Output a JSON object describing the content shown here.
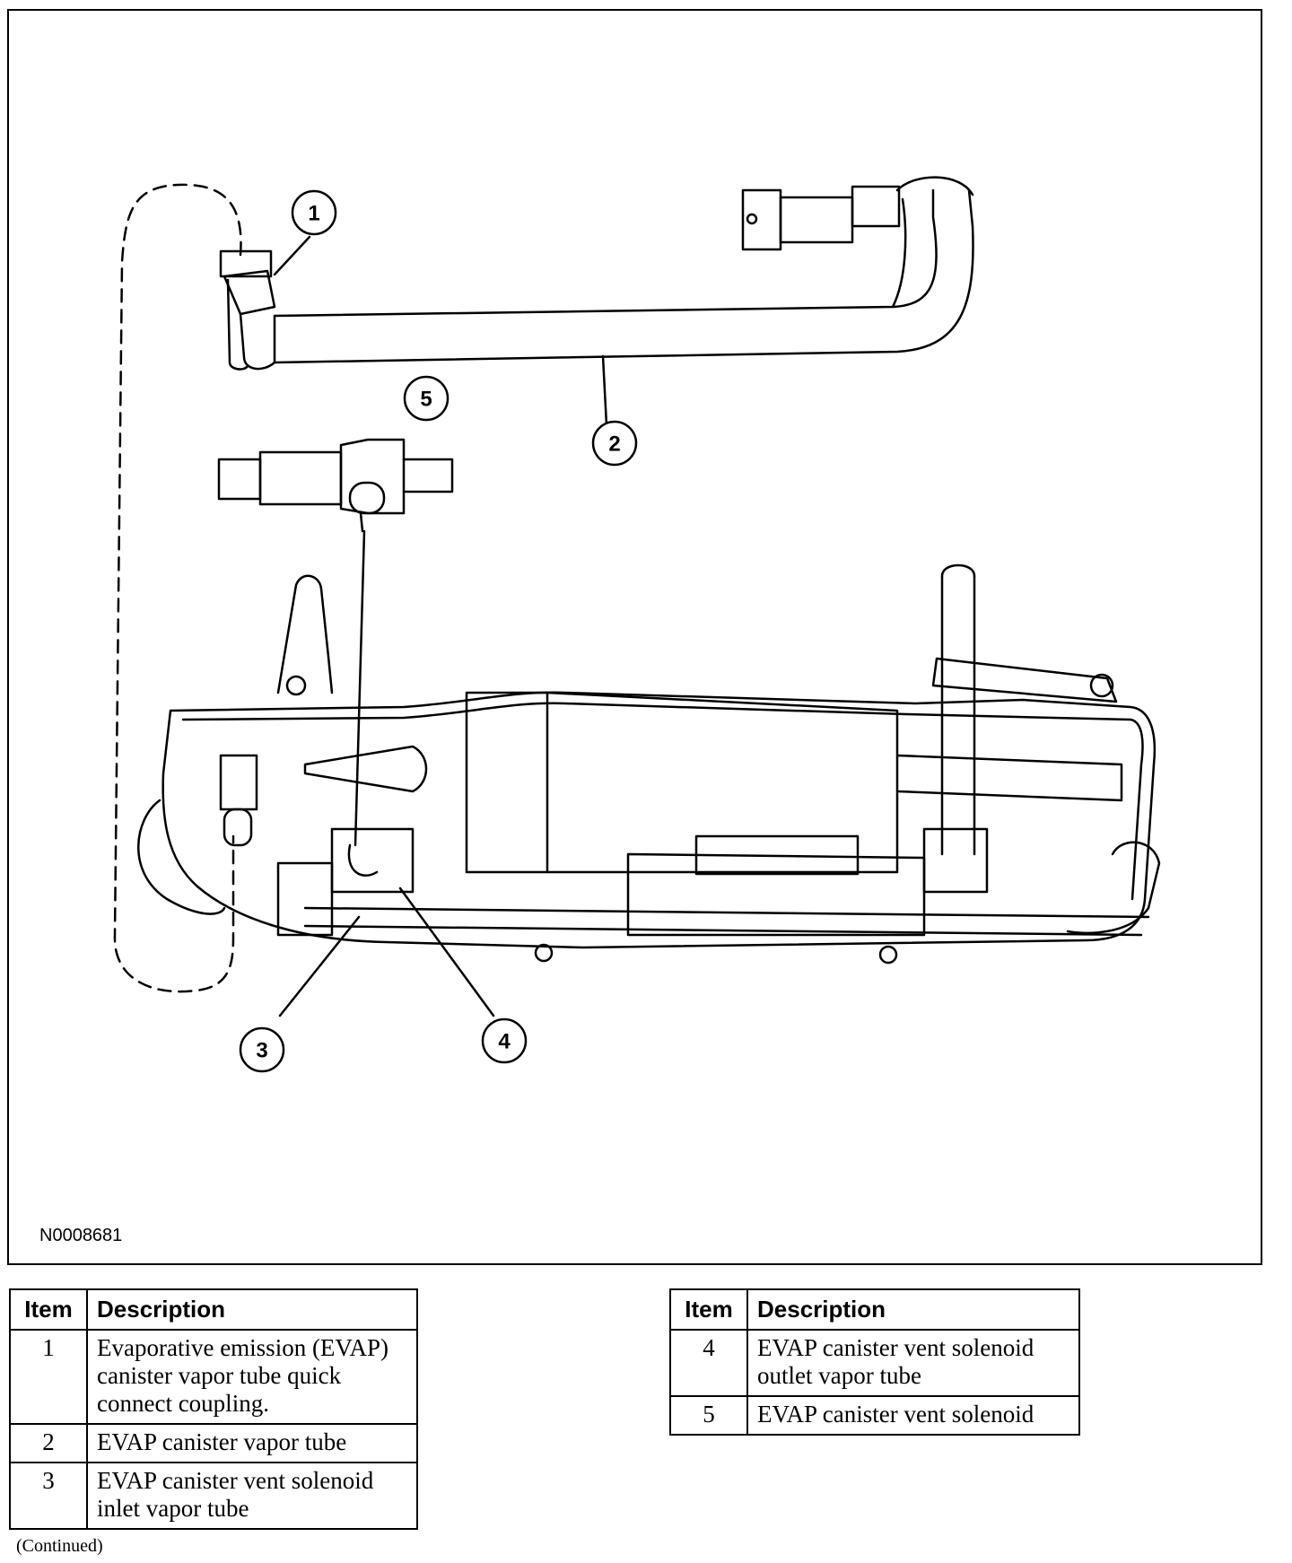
{
  "figure": {
    "code": "N0008681",
    "callouts": [
      "1",
      "2",
      "3",
      "4",
      "5"
    ]
  },
  "table_left": {
    "headers": {
      "item": "Item",
      "description": "Description"
    },
    "rows": [
      {
        "item": "1",
        "description": "Evaporative emission (EVAP) canister vapor tube quick connect coupling."
      },
      {
        "item": "2",
        "description": "EVAP canister vapor tube"
      },
      {
        "item": "3",
        "description": "EVAP canister vent solenoid inlet vapor tube"
      }
    ]
  },
  "table_right": {
    "headers": {
      "item": "Item",
      "description": "Description"
    },
    "rows": [
      {
        "item": "4",
        "description": "EVAP canister vent solenoid outlet vapor tube"
      },
      {
        "item": "5",
        "description": "EVAP canister vent solenoid"
      }
    ]
  },
  "footer": {
    "continued": "(Continued)"
  }
}
